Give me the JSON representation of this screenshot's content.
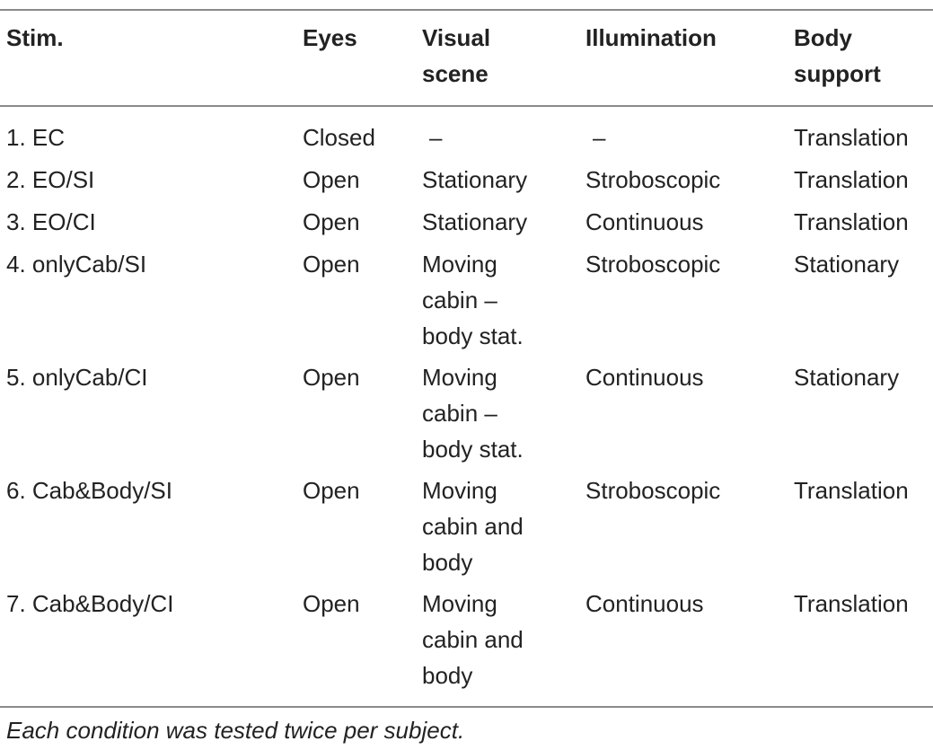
{
  "table": {
    "headers": [
      "Stim.",
      "Eyes",
      "Visual\nscene",
      "Illumination",
      "Body\nsupport"
    ],
    "rows": [
      [
        "1. EC",
        "Closed",
        "–",
        "–",
        "Translation"
      ],
      [
        "2. EO/SI",
        "Open",
        "Stationary",
        "Stroboscopic",
        "Translation"
      ],
      [
        "3. EO/CI",
        "Open",
        "Stationary",
        "Continuous",
        "Translation"
      ],
      [
        "4. onlyCab/SI",
        "Open",
        "Moving\ncabin –\nbody stat.",
        "Stroboscopic",
        "Stationary"
      ],
      [
        "5. onlyCab/CI",
        "Open",
        "Moving\ncabin –\nbody stat.",
        "Continuous",
        "Stationary"
      ],
      [
        "6. Cab&Body/SI",
        "Open",
        "Moving\ncabin and\nbody",
        "Stroboscopic",
        "Translation"
      ],
      [
        "7. Cab&Body/CI",
        "Open",
        "Moving\ncabin and\nbody",
        "Continuous",
        "Translation"
      ]
    ],
    "footnote": "Each condition was tested twice per subject."
  },
  "colors": {
    "text": "#222222",
    "rule": "#8a8a8a",
    "background": "#ffffff"
  }
}
